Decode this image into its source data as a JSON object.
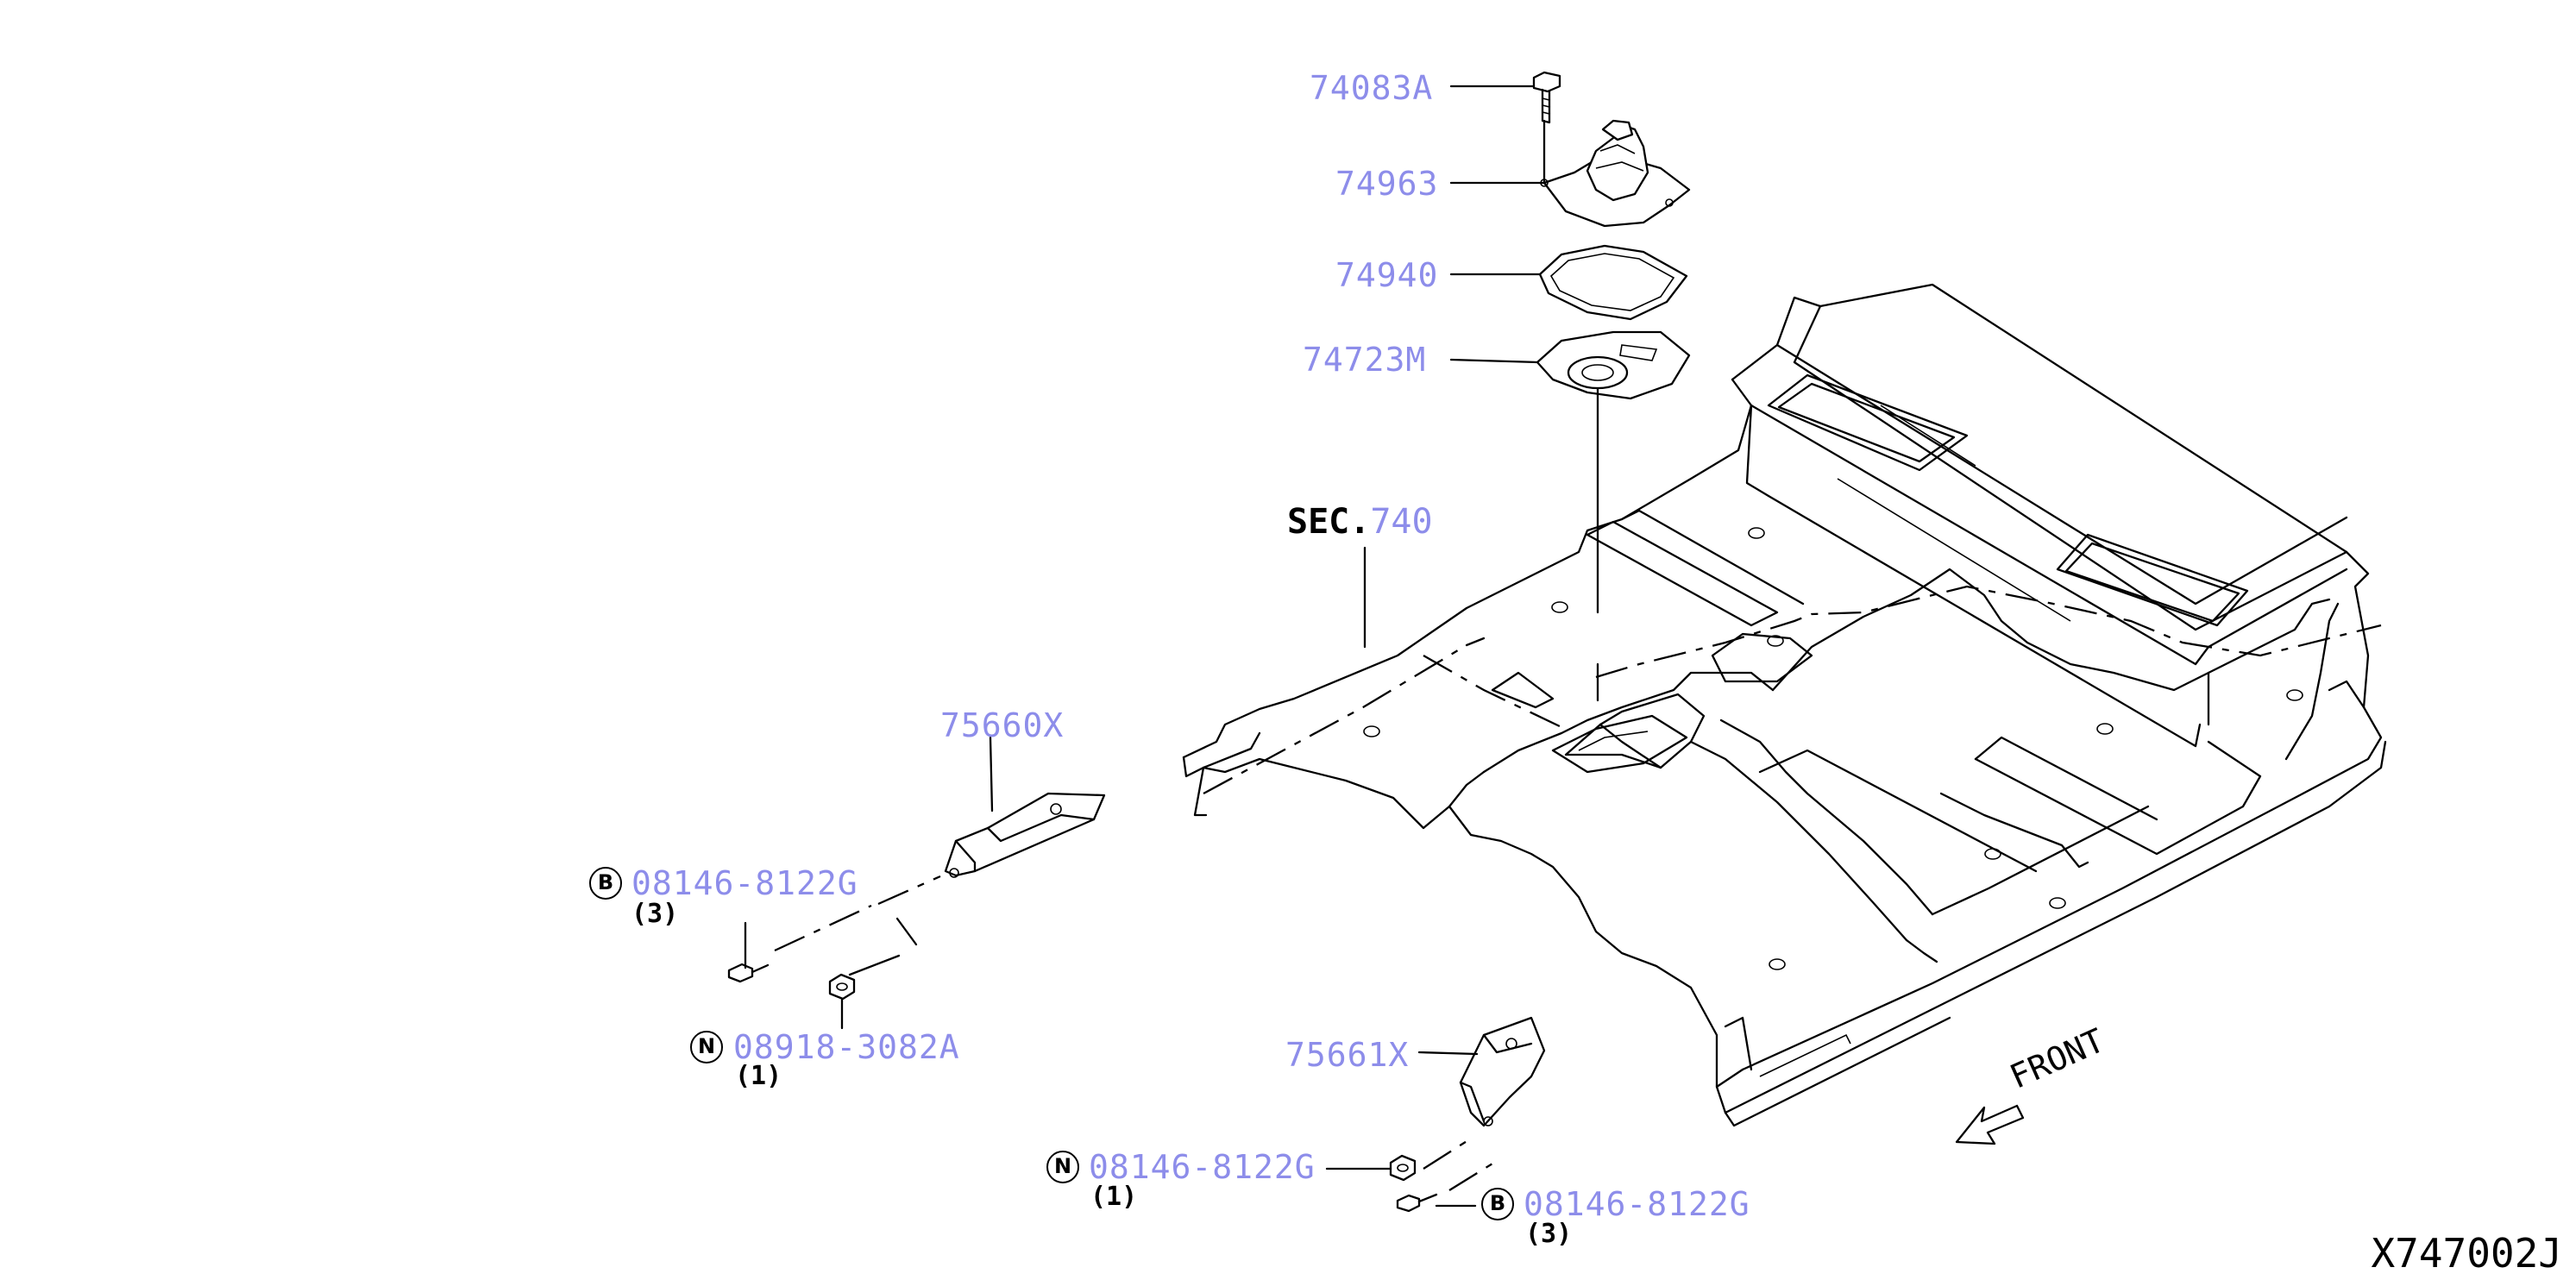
{
  "colors": {
    "part_number": "#8d8dea",
    "line": "#000000"
  },
  "parts": {
    "p74083a": {
      "number": "74083A"
    },
    "p74963": {
      "number": "74963"
    },
    "p74940": {
      "number": "74940"
    },
    "p74723m": {
      "number": "74723M"
    },
    "p75660x": {
      "number": "75660X"
    },
    "p75661x": {
      "number": "75661X"
    }
  },
  "section_ref": {
    "prefix": "SEC.",
    "number": "740"
  },
  "fasteners": {
    "bolt_left": {
      "symbol": "B",
      "number": "08146-8122G",
      "qty": "(3)"
    },
    "nut_left": {
      "symbol": "N",
      "number": "08918-3082A",
      "qty": "(1)"
    },
    "nut_right": {
      "symbol": "N",
      "number": "08146-8122G",
      "qty": "(1)"
    },
    "bolt_right": {
      "symbol": "B",
      "number": "08146-8122G",
      "qty": "(3)"
    }
  },
  "front_label": "FRONT",
  "diagram_code": "X747002J"
}
